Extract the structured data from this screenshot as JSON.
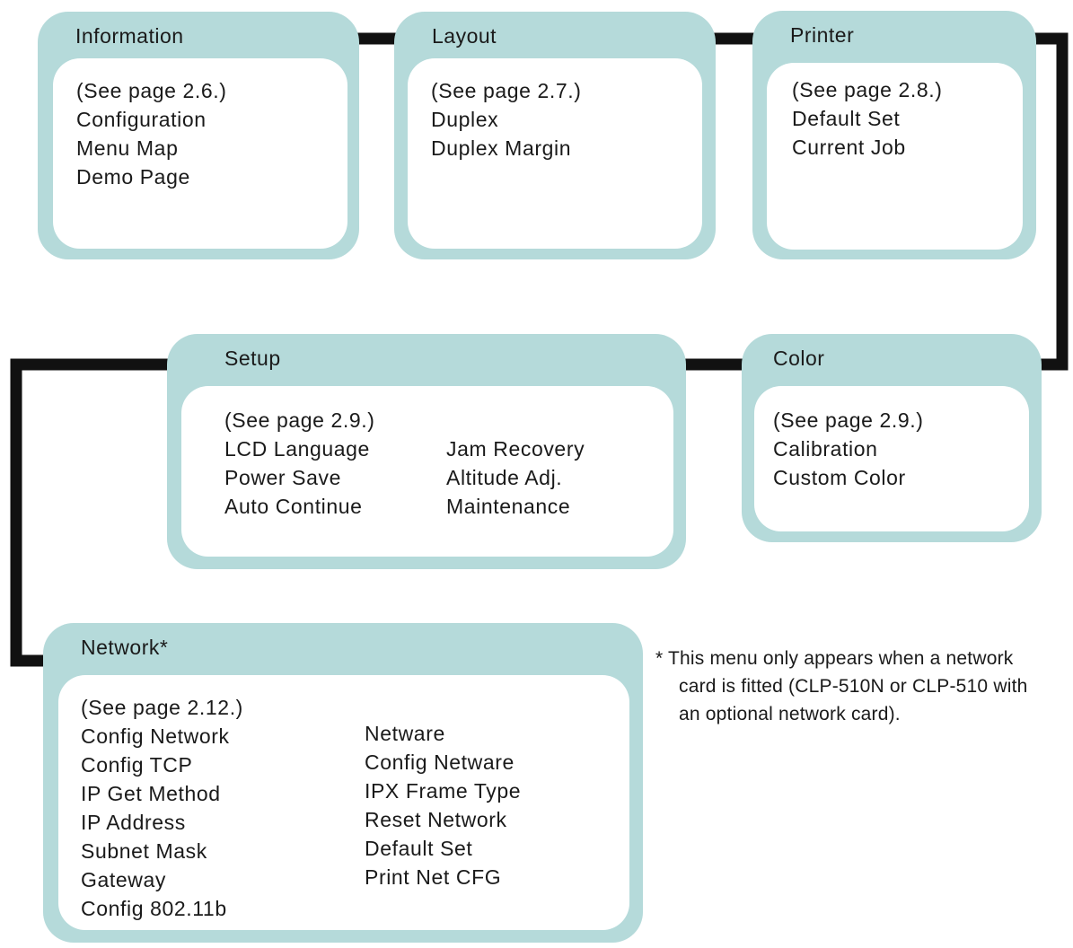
{
  "menus": {
    "information": {
      "title": "Information",
      "col1": [
        "(See page 2.6.)",
        "Configuration",
        "Menu Map",
        "Demo Page"
      ]
    },
    "layout": {
      "title": "Layout",
      "col1": [
        "(See page 2.7.)",
        "Duplex",
        "Duplex Margin"
      ]
    },
    "printer": {
      "title": "Printer",
      "col1": [
        "(See page 2.8.)",
        "Default Set",
        "Current Job"
      ]
    },
    "setup": {
      "title": "Setup",
      "col1": [
        "(See page 2.9.)",
        "LCD Language",
        "Power Save",
        "Auto Continue"
      ],
      "col2": [
        "Jam Recovery",
        "Altitude Adj.",
        "Maintenance"
      ]
    },
    "color": {
      "title": "Color",
      "col1": [
        "(See page 2.9.)",
        "Calibration",
        "Custom Color"
      ]
    },
    "network": {
      "title": "Network*",
      "col1": [
        "(See page 2.12.)",
        "Config Network",
        "Config TCP",
        "IP Get Method",
        "IP Address",
        "Subnet Mask",
        "Gateway",
        "Config 802.11b"
      ],
      "col2": [
        "Netware",
        "Config Netware",
        "IPX Frame Type",
        "Reset Network",
        "Default Set",
        "Print Net CFG"
      ]
    }
  },
  "footnote": {
    "line1": "* This menu only appears when a network",
    "line2": "card is fitted (CLP-510N or CLP-510 with",
    "line3": "an optional network card)."
  },
  "colors": {
    "box_fill": "#b5dada",
    "connector": "#111111"
  }
}
